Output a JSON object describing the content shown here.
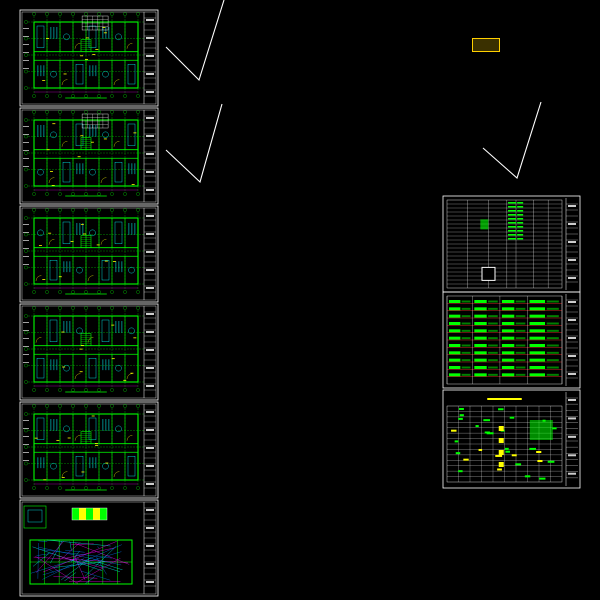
{
  "colors": {
    "background": "#000000",
    "sheet_border": "#ffffff",
    "wall": "#00ff00",
    "grid_line": "#00c000",
    "annotation": "#ffff00",
    "fixture": "#00ffff",
    "dimension": "#ff00ff",
    "leader": "#ffffff",
    "table_fill": "#008000"
  },
  "icons": {
    "stamp": "title-stamp-icon",
    "leader": "leader-line-icon"
  },
  "stamp": {
    "label": ""
  },
  "sheets": [
    {
      "id": "plan-1"
    },
    {
      "id": "plan-2"
    },
    {
      "id": "plan-3"
    },
    {
      "id": "plan-4"
    },
    {
      "id": "plan-5"
    },
    {
      "id": "plan-6"
    },
    {
      "id": "schedule-1"
    },
    {
      "id": "schedule-2"
    },
    {
      "id": "schedule-3"
    }
  ]
}
